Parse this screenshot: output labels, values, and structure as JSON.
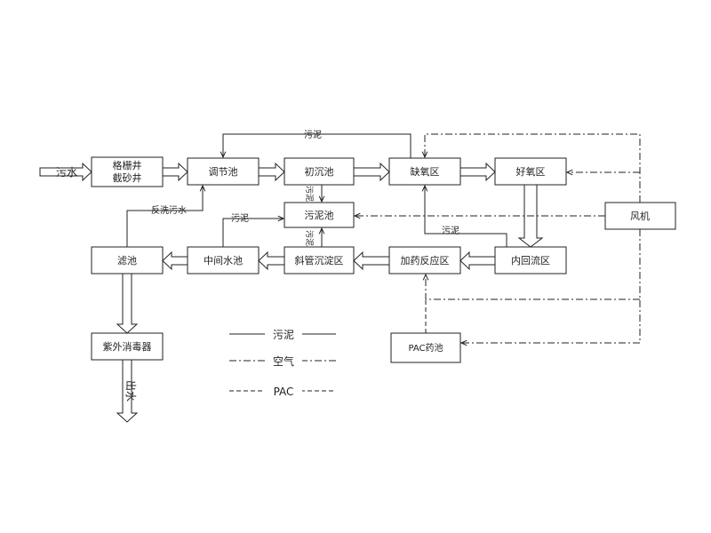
{
  "nodes": {
    "grille": {
      "label_1": "格栅井",
      "label_2": "截砂井"
    },
    "adjust": {
      "label": "调节池"
    },
    "primary": {
      "label": "初沉池"
    },
    "anoxic": {
      "label": "缺氧区"
    },
    "oxic": {
      "label": "好氧区"
    },
    "sludge": {
      "label": "污泥池"
    },
    "blower": {
      "label": "风机"
    },
    "filter": {
      "label": "滤池"
    },
    "middle": {
      "label": "中间水池"
    },
    "tube": {
      "label": "斜管沉淀区"
    },
    "dosing": {
      "label": "加药反应区"
    },
    "reflux": {
      "label": "内回流区"
    },
    "uv": {
      "label": "紫外消毒器"
    },
    "pac_tank": {
      "label": "PAC药池"
    }
  },
  "io": {
    "inlet": "污水",
    "outlet": "出水"
  },
  "flow_labels": {
    "sludge_top": "污泥",
    "sludge_middle": "污泥",
    "sludge_right": "污泥",
    "sludge_v1": "污泥",
    "sludge_v2": "污泥",
    "backwash": "反洗污水"
  },
  "legend": {
    "sludge": "污泥",
    "air": "空气",
    "pac": "PAC"
  },
  "colors": {
    "line": "#222222",
    "fill": "#ffffff"
  }
}
